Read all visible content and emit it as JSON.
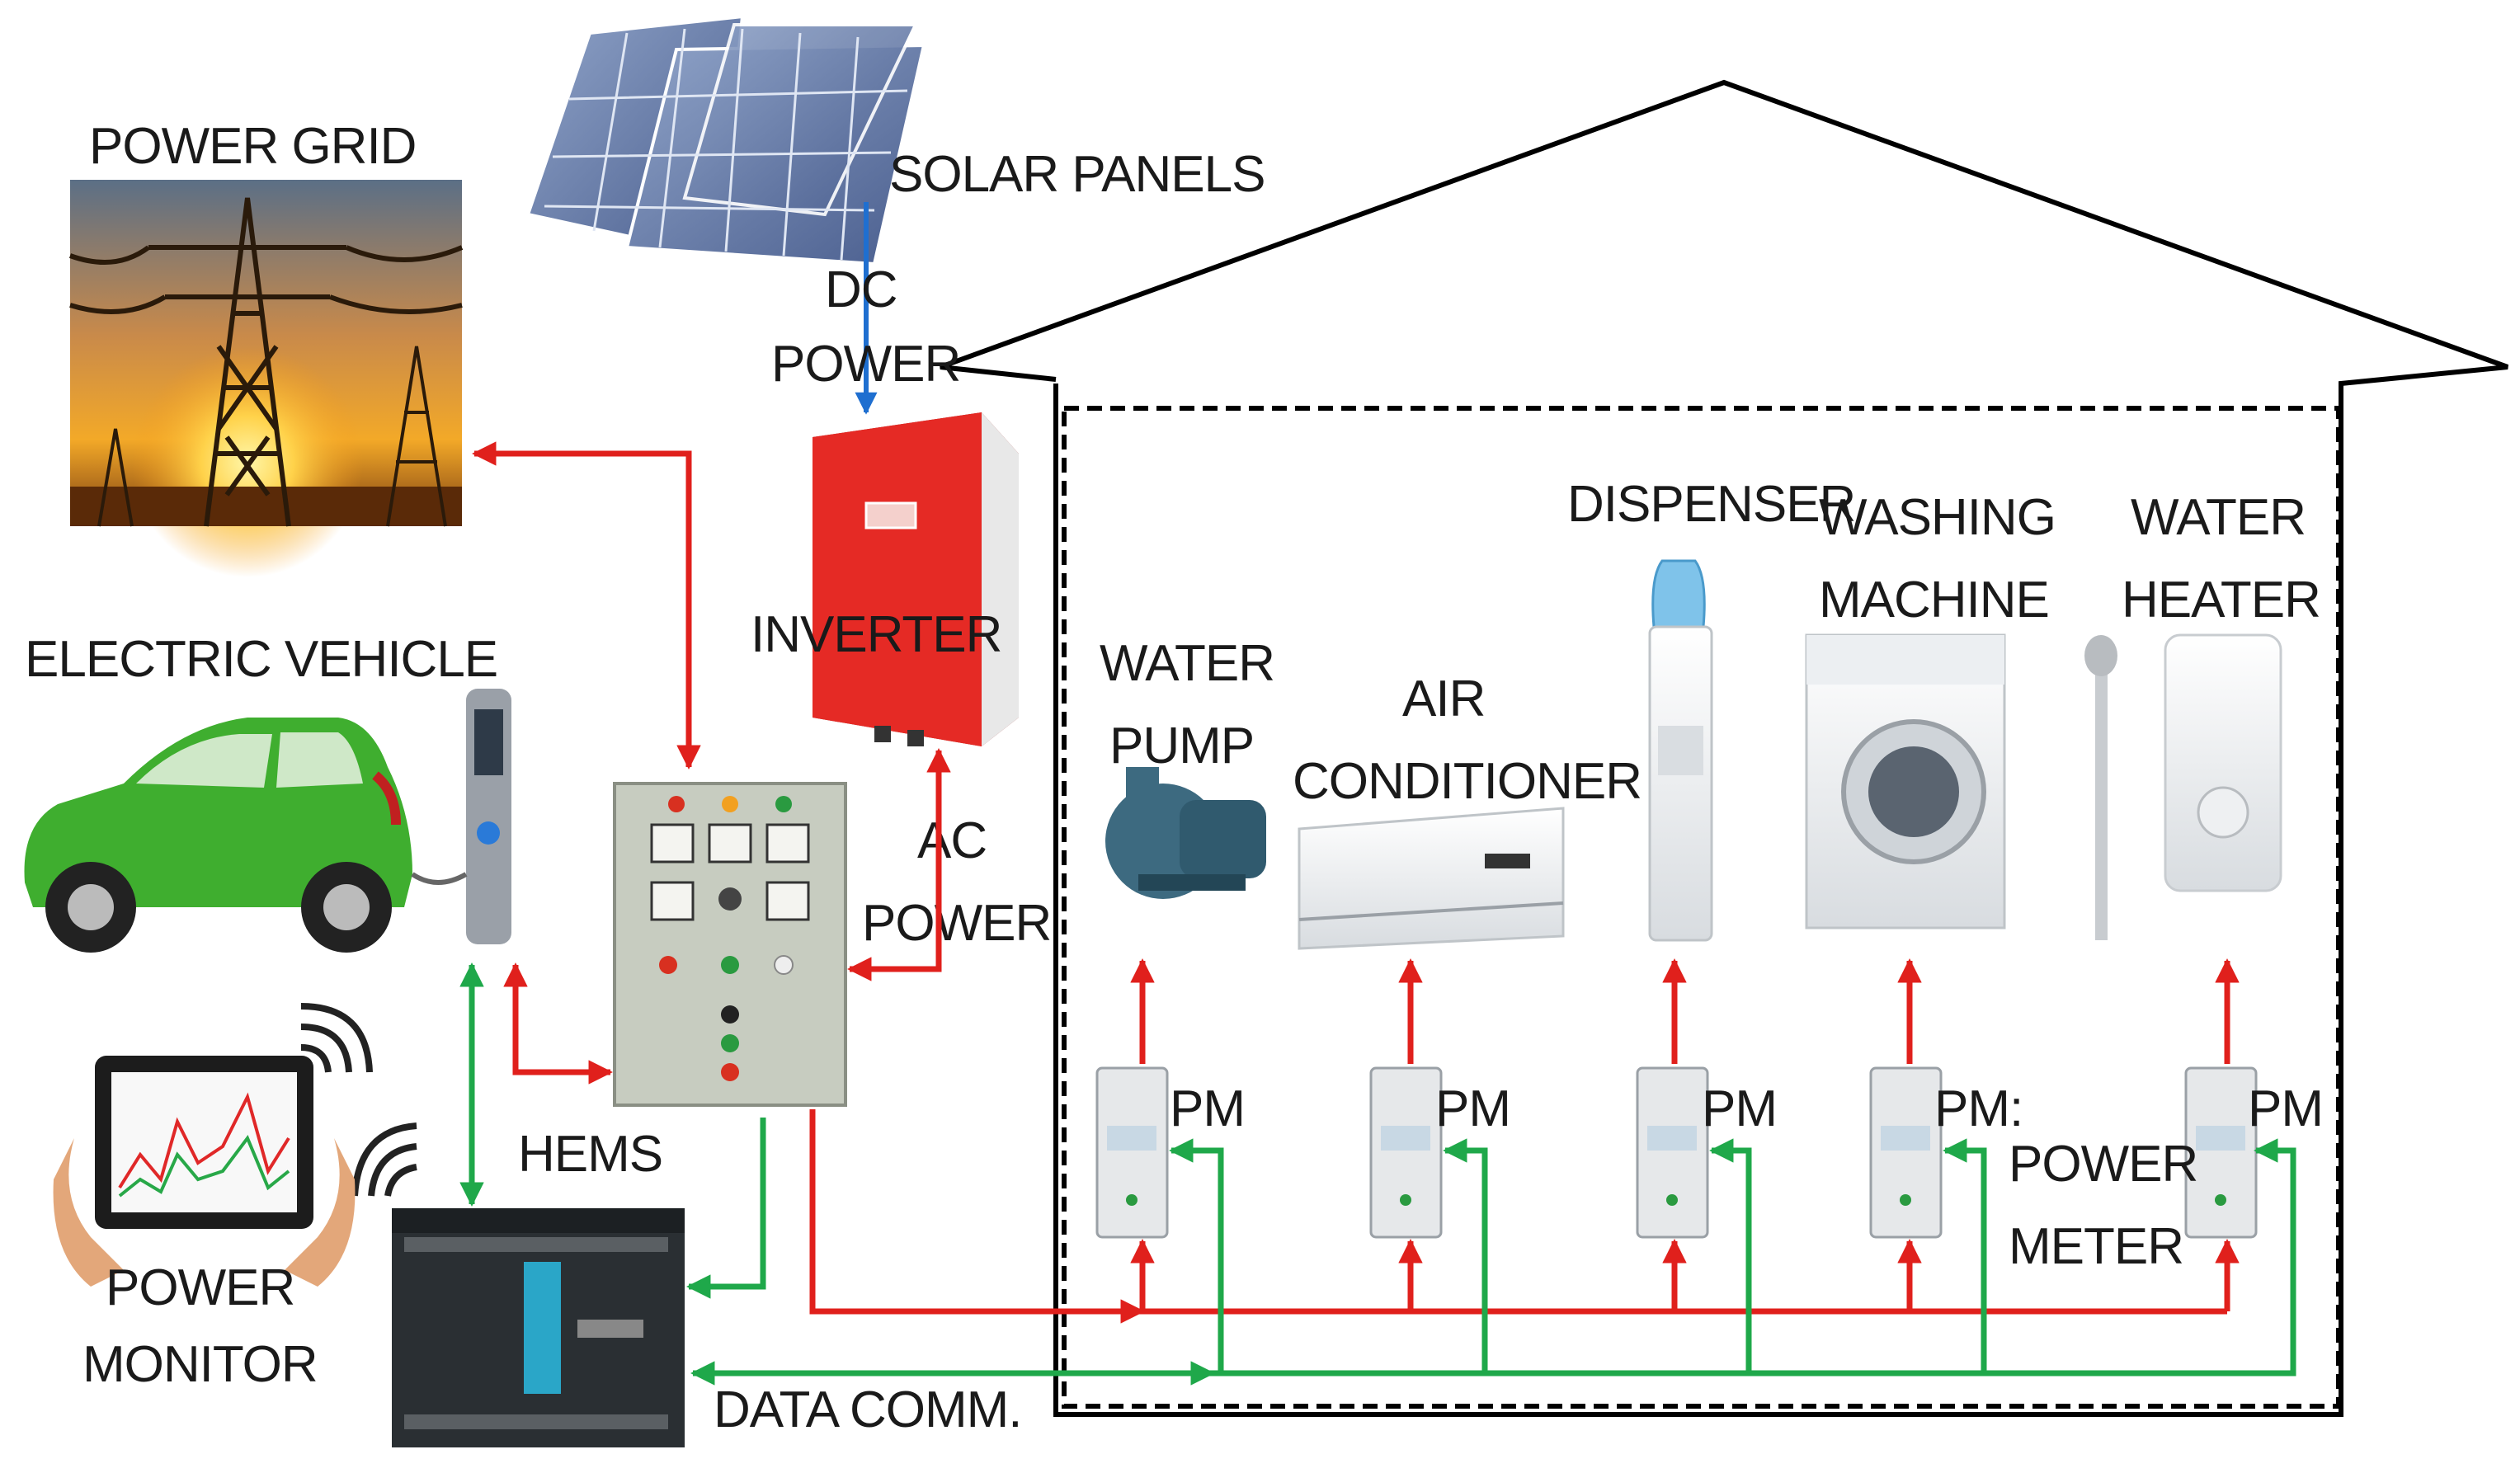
{
  "labels": {
    "power_grid": "POWER GRID",
    "solar_panels": "SOLAR PANELS",
    "dc_power_1": "DC",
    "dc_power_2": "POWER",
    "inverter": "INVERTER",
    "ac_power_1": "AC",
    "ac_power_2": "POWER",
    "electric_vehicle": "ELECTRIC VEHICLE",
    "hems": "HEMS",
    "power_monitor_1": "POWER",
    "power_monitor_2": "MONITOR",
    "data_comm": "DATA COMM.",
    "water_pump_1": "WATER",
    "water_pump_2": "PUMP",
    "air_conditioner_1": "AIR",
    "air_conditioner_2": "CONDITIONER",
    "dispenser": "DISPENSER",
    "washing_machine_1": "WASHING",
    "washing_machine_2": "MACHINE",
    "water_heater_1": "WATER",
    "water_heater_2": "HEATER",
    "pm": "PM",
    "pm_colon": "PM:",
    "power_meter_1": "POWER",
    "power_meter_2": "METER"
  },
  "colors": {
    "power_flow": "#e0201c",
    "data_flow": "#1fa84a",
    "dc_flow": "#1f6fd0",
    "inverter_body": "#e52a25",
    "car_body": "#3fae2f"
  },
  "icons": [
    "power-grid-tower",
    "solar-panels",
    "inverter",
    "electric-vehicle",
    "charging-station",
    "control-panel",
    "hems-controller",
    "tablet-monitor",
    "water-pump",
    "air-conditioner",
    "water-dispenser",
    "washing-machine",
    "water-heater",
    "power-meter"
  ]
}
